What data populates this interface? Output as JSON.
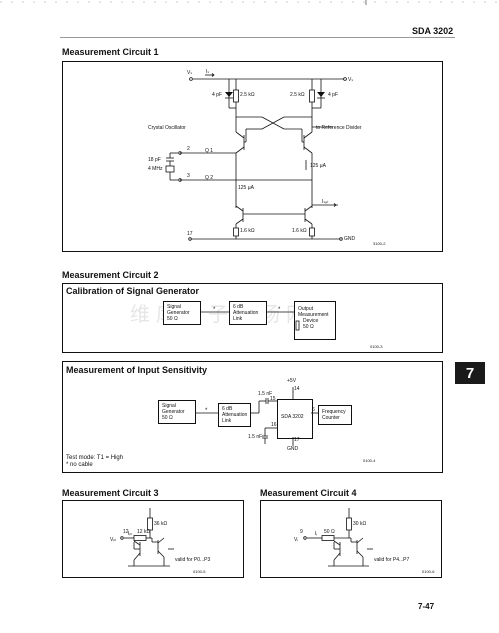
{
  "header": {
    "part_number": "SDA 3202",
    "page_number": "7-47",
    "tab_label": "7"
  },
  "circuit1": {
    "title": "Measurement Circuit 1",
    "labels": {
      "vs_left": "Vₛ",
      "is_label": "Iₛ",
      "vs_right": "Vₛ",
      "cap_left": "4 pF",
      "res_left": "2.5 kΩ",
      "res_right": "2.5 kΩ",
      "cap_right": "4 pF",
      "osc": "Crystal Oscillator",
      "ref": "to Reference Divider",
      "pin2": "2",
      "q1": "Q 1",
      "cap18": "18 pF",
      "xtal": "4 MHz",
      "pin3": "3",
      "q2": "Q 2",
      "cur_right": "125 μA",
      "cur_mid": "125 μA",
      "iset": "Iₛₑₜ",
      "pin17": "17",
      "res_b1": "1.6 kΩ",
      "res_b2": "1.6 kΩ",
      "gnd": "GND",
      "ref_no": "3100-2"
    }
  },
  "circuit2": {
    "title": "Measurement Circuit 2",
    "subtitle": "Calibration of Signal Generator",
    "sig_gen": [
      "Signal",
      "Generator",
      "50 Ω"
    ],
    "atten": [
      "6 dB",
      "Attenuation",
      "Link"
    ],
    "output": [
      "Output",
      "Measurement",
      "Device",
      "50 Ω"
    ],
    "ref_no": "0100-3",
    "watermark": "维库电子市场网"
  },
  "circuit_input": {
    "title": "Measurement of Input Sensitivity",
    "sig_gen": [
      "Signal",
      "Generator",
      "50 Ω"
    ],
    "atten": [
      "6 dB",
      "Attenuation",
      "Link"
    ],
    "plus5": "+5V",
    "pin14": "14",
    "cap_top": "1.5 nF",
    "pin15": "15",
    "chip": "SDA 3202",
    "pin16": "16",
    "pin6": "6",
    "cap_bot": "1.5 nF",
    "pin17": "17",
    "gnd": "GND",
    "counter": [
      "Frequency",
      "Counter"
    ],
    "test_mode": "Test mode: T1 = High",
    "note": "* no cable",
    "ref_no": "0100-4"
  },
  "circuit3": {
    "title": "Measurement Circuit 3",
    "res_top": "36 kΩ",
    "res_in": "12 kΩ",
    "pin": "12",
    "vin": "Vᵢₙ",
    "iin": "Iᵢₙ",
    "valid": "valid for P0...P3",
    "ref_no": "0100-5"
  },
  "circuit4": {
    "title": "Measurement Circuit 4",
    "res_top": "30 kΩ",
    "res_in": "50 Ω",
    "pin": "9",
    "vin": "Vᵢ",
    "iin": "Iᵢ",
    "valid": "valid for P4...P7",
    "ref_no": "0100-6"
  }
}
